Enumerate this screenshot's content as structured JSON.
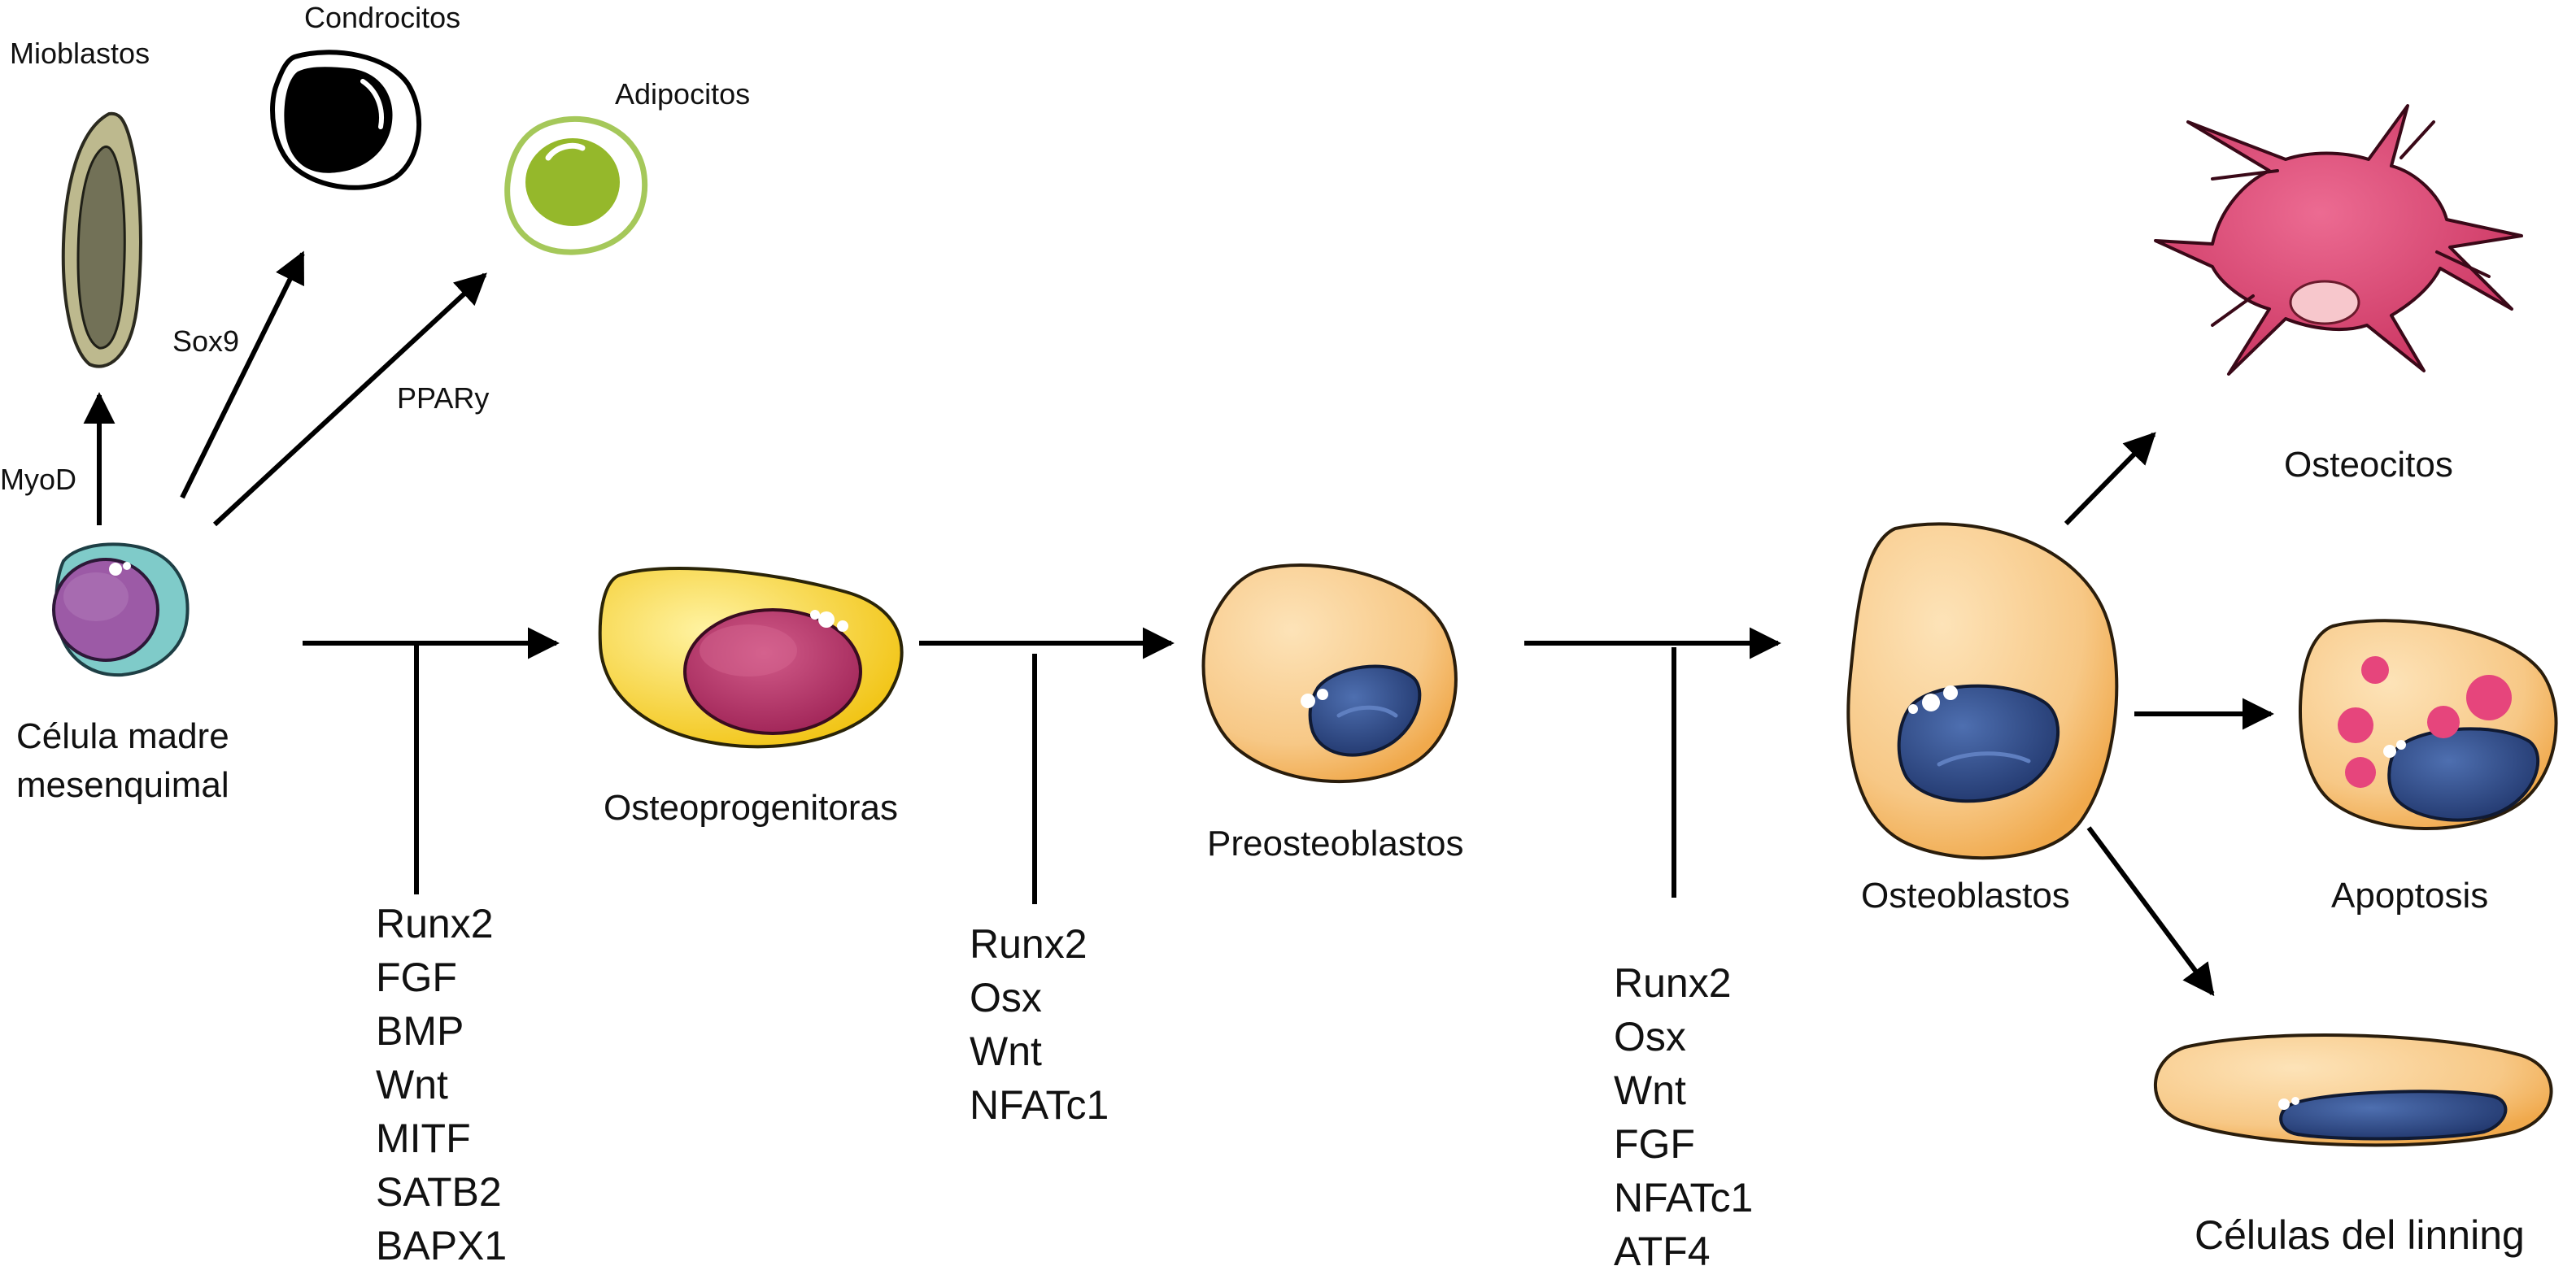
{
  "cells": {
    "mesenchymal": [
      "Célula madre",
      "mesenquimal"
    ],
    "myoblasts": "Mioblastos",
    "chondrocytes": "Condrocitos",
    "adipocytes": "Adipocitos",
    "osteoprogenitors": "Osteoprogenitoras",
    "preosteoblasts": "Preosteoblastos",
    "osteoblasts": "Osteoblastos",
    "osteocytes": "Osteocitos",
    "apoptosis": "Apoptosis",
    "lining": "Células del linning"
  },
  "transcription": {
    "myod": "MyoD",
    "sox9": "Sox9",
    "ppar": "PPARy"
  },
  "stages": [
    {
      "factors": [
        "Runx2",
        "FGF",
        "BMP",
        "Wnt",
        "MITF",
        "SATB2",
        "BAPX1"
      ]
    },
    {
      "factors": [
        "Runx2",
        "Osx",
        "Wnt",
        "NFATc1"
      ]
    },
    {
      "factors": [
        "Runx2",
        "Osx",
        "Wnt",
        "FGF",
        "NFATc1",
        "ATF4"
      ]
    }
  ],
  "colors": {
    "arrow": "#000000",
    "mesenchymal_body": "#7fcbc9",
    "mesenchymal_nucleus": "#9c5aa6",
    "myoblast_body": "#bdb98e",
    "myoblast_nucleus": "#727157",
    "chondrocyte_nucleus": "#000000",
    "adipocyte_body": "#a5c85a",
    "adipocyte_nucleus": "#95b82b",
    "osteoprogenitor_body": "#f6cf2e",
    "osteoprogenitor_nucleus": "#b9356a",
    "osteoblast_body": "#f7c886",
    "osteoblast_nucleus": "#2e4d8b",
    "osteocyte_body": "#d83e6b",
    "apoptosis_spots": "#e6457c"
  }
}
